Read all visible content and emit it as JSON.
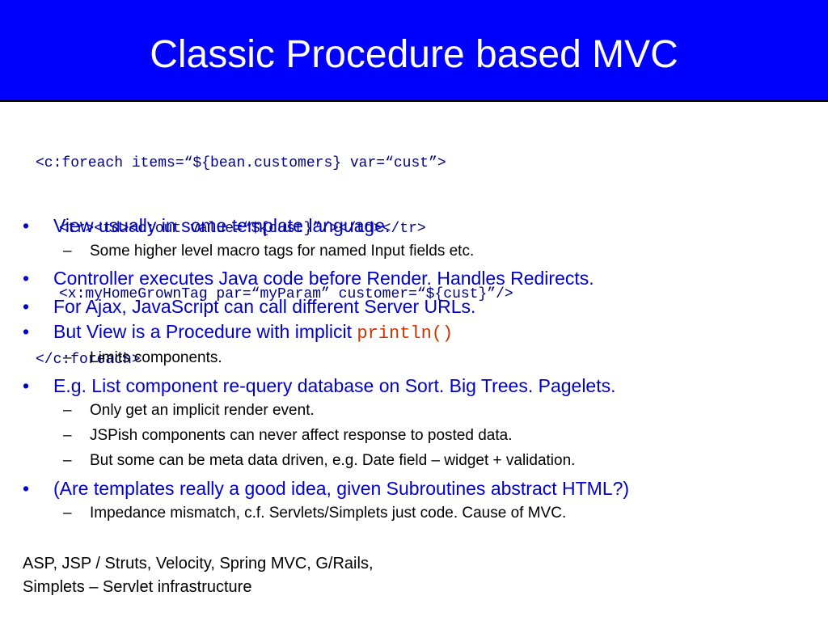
{
  "title": "Classic Procedure based MVC",
  "code_lines": [
    "<c:foreach items=“${bean.customers} var=“cust”>",
    "<tr><td><c:out value=“${cust}”/></td></tr>",
    "<x:myHomeGrownTag par=“myParam” customer=“${cust}”/>",
    "</c:foreach>"
  ],
  "bullets": [
    {
      "text": "View usually in some template language."
    },
    {
      "text": "Some higher level macro tags for named Input fields etc."
    },
    {
      "text": "Controller executes Java code before Render.  Handles Redirects."
    },
    {
      "text": "For Ajax, JavaScript can call different Server URLs."
    },
    {
      "text": "But View is a Procedure with implicit ",
      "code": "println()"
    },
    {
      "text": "Limits components."
    },
    {
      "text": "E.g. List component re-query database on Sort.  Big Trees.  Pagelets."
    },
    {
      "text": "Only get an implicit render event."
    },
    {
      "text": "JSPish components can never affect response to posted data."
    },
    {
      "text": "But some can be meta data driven, e.g. Date field – widget + validation."
    },
    {
      "text": "(Are templates really a good idea, given Subroutines abstract HTML?)"
    },
    {
      "text": "Impedance mismatch, c.f.  Servlets/Simplets just code.  Cause of MVC."
    }
  ],
  "footer": [
    "ASP, JSP / Struts, Velocity, Spring MVC, G/Rails,",
    "Simplets – Servlet infrastructure"
  ]
}
